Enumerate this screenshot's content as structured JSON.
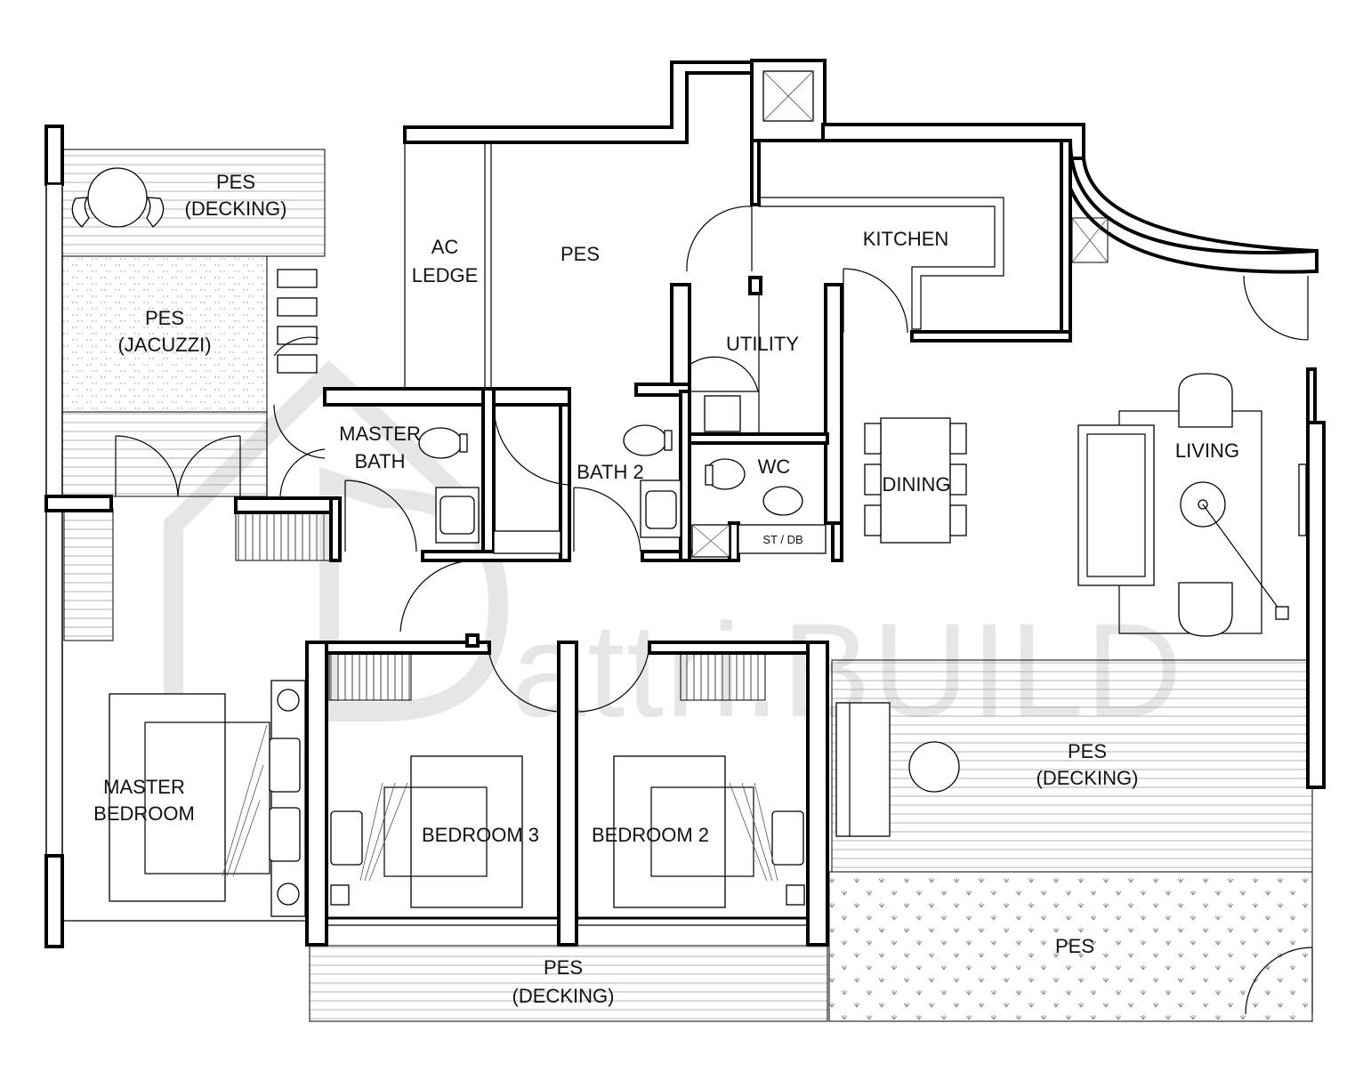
{
  "watermark": "attri.BUILD",
  "rooms": {
    "pes_decking_top_1": "PES",
    "pes_decking_top_2": "(DECKING)",
    "pes_jacuzzi_1": "PES",
    "pes_jacuzzi_2": "(JACUZZI)",
    "ac_ledge_1": "AC",
    "ac_ledge_2": "LEDGE",
    "pes_top": "PES",
    "kitchen": "KITCHEN",
    "utility": "UTILITY",
    "master_bath_1": "MASTER",
    "master_bath_2": "BATH",
    "bath2": "BATH 2",
    "wc": "WC",
    "st_db": "ST / DB",
    "dining": "DINING",
    "living": "LIVING",
    "master_bedroom_1": "MASTER",
    "master_bedroom_2": "BEDROOM",
    "bedroom3": "BEDROOM 3",
    "bedroom2": "BEDROOM 2",
    "pes_decking_right_1": "PES",
    "pes_decking_right_2": "(DECKING)",
    "pes_garden": "PES",
    "pes_decking_bottom_1": "PES",
    "pes_decking_bottom_2": "(DECKING)"
  }
}
